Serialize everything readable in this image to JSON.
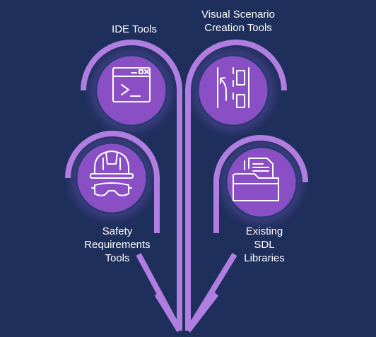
{
  "background_color": "#1f2f5c",
  "accent_color": "#a66fd6",
  "circle_color": "#8a4fc4",
  "items": [
    {
      "key": "ide",
      "lines": [
        "IDE Tools"
      ],
      "icon": "terminal-window-icon"
    },
    {
      "key": "visual",
      "lines": [
        "Visual Scenario",
        "Creation Tools"
      ],
      "icon": "road-lane-change-icon"
    },
    {
      "key": "safety",
      "lines": [
        "Safety",
        "Requirements",
        "Tools"
      ],
      "icon": "hard-hat-goggles-icon"
    },
    {
      "key": "sdl",
      "lines": [
        "Existing",
        "SDL",
        "Libraries"
      ],
      "icon": "folder-documents-icon"
    }
  ]
}
